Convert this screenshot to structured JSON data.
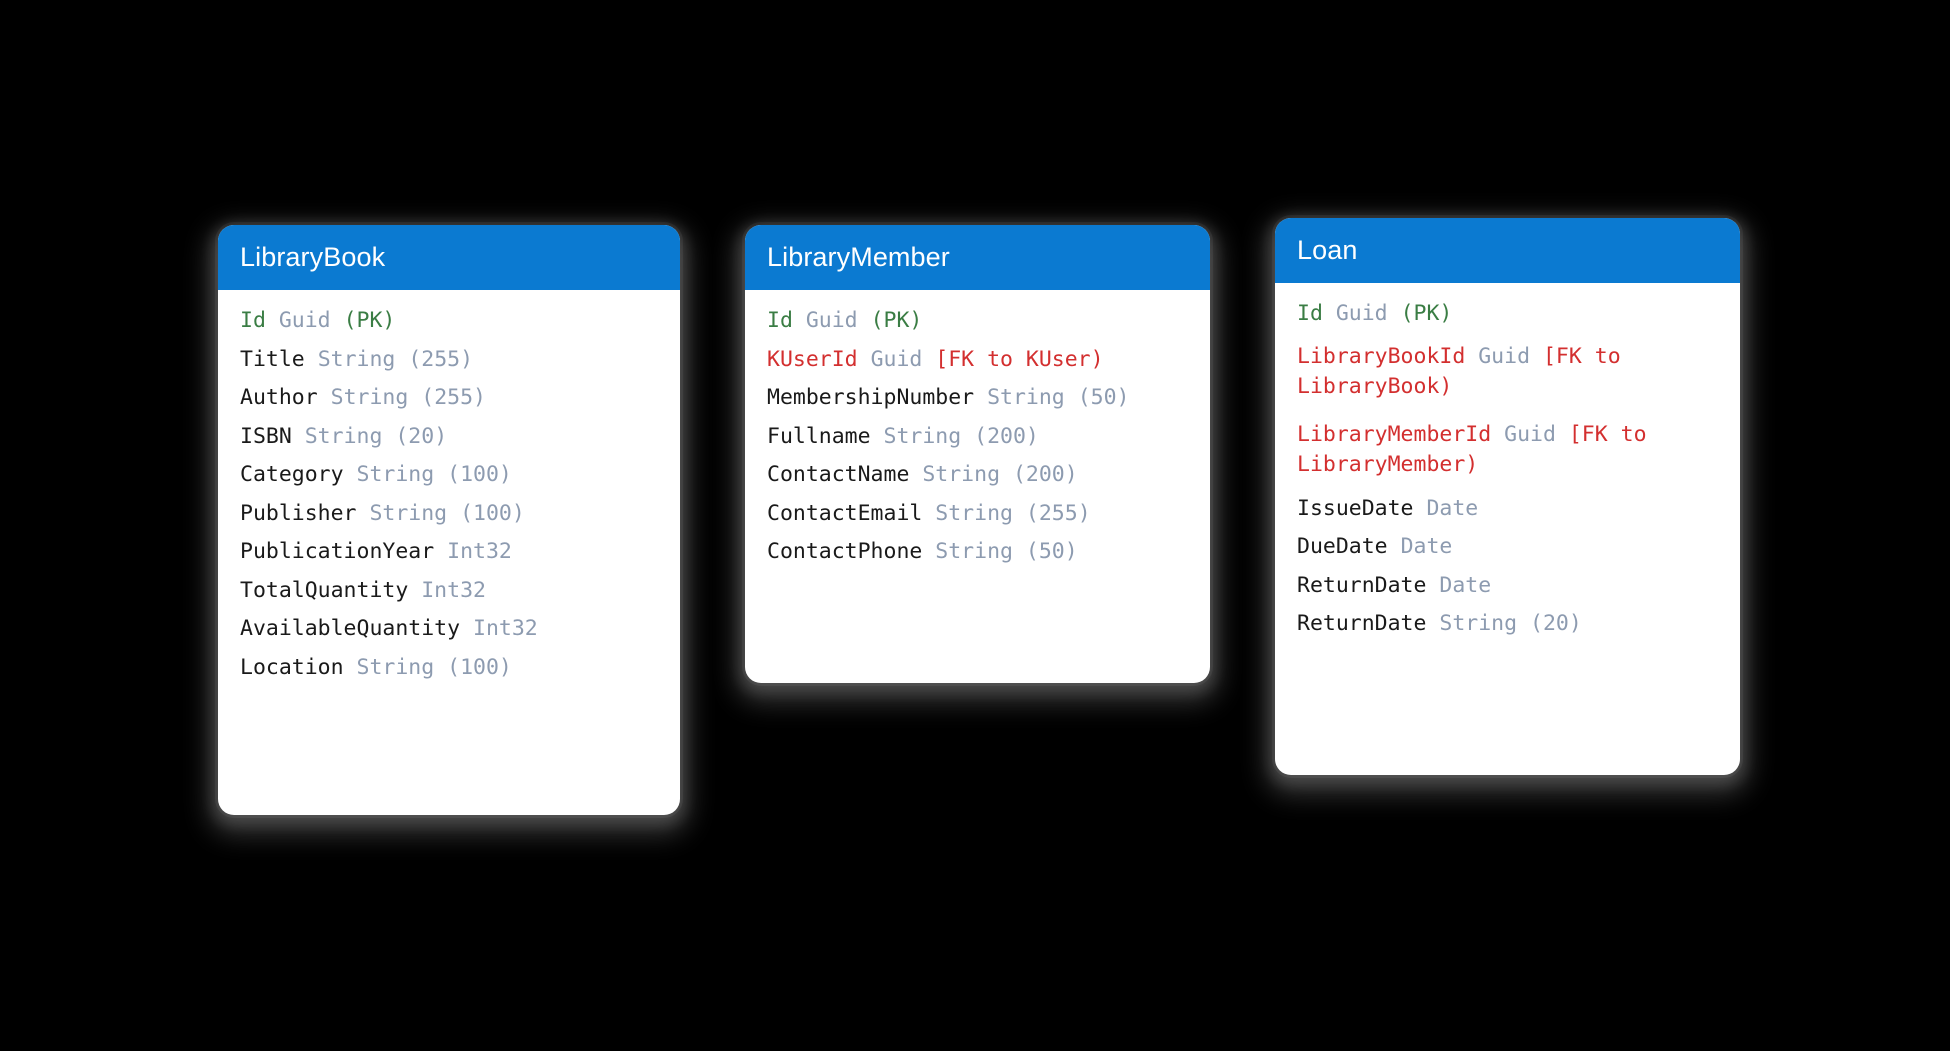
{
  "theme": {
    "background": "#000000",
    "card_background": "#ffffff",
    "header_blue": "#0b7ad1",
    "pk_green": "#3a7d44",
    "fk_red": "#d32f2f",
    "type_grey": "#8d9bb0",
    "field_name_black": "#1a1a1a"
  },
  "entities": [
    {
      "title": "LibraryBook",
      "fields": [
        {
          "name": "Id",
          "type": "Guid",
          "length": "",
          "tag": "(PK)",
          "kind": "pk"
        },
        {
          "name": "Title",
          "type": "String",
          "length": "(255)",
          "tag": "",
          "kind": "plain"
        },
        {
          "name": "Author",
          "type": "String",
          "length": "(255)",
          "tag": "",
          "kind": "plain"
        },
        {
          "name": "ISBN",
          "type": "String",
          "length": "(20)",
          "tag": "",
          "kind": "plain"
        },
        {
          "name": "Category",
          "type": "String",
          "length": "(100)",
          "tag": "",
          "kind": "plain"
        },
        {
          "name": "Publisher",
          "type": "String",
          "length": "(100)",
          "tag": "",
          "kind": "plain"
        },
        {
          "name": "PublicationYear",
          "type": "Int32",
          "length": "",
          "tag": "",
          "kind": "plain"
        },
        {
          "name": "TotalQuantity",
          "type": "Int32",
          "length": "",
          "tag": "",
          "kind": "plain"
        },
        {
          "name": "AvailableQuantity",
          "type": "Int32",
          "length": "",
          "tag": "",
          "kind": "plain"
        },
        {
          "name": "Location",
          "type": "String",
          "length": "(100)",
          "tag": "",
          "kind": "plain"
        }
      ]
    },
    {
      "title": "LibraryMember",
      "fields": [
        {
          "name": "Id",
          "type": "Guid",
          "length": "",
          "tag": "(PK)",
          "kind": "pk"
        },
        {
          "name": "KUserId",
          "type": "Guid",
          "length": "",
          "tag": "[FK to KUser)",
          "kind": "fk"
        },
        {
          "name": "MembershipNumber",
          "type": "String",
          "length": "(50)",
          "tag": "",
          "kind": "plain"
        },
        {
          "name": "Fullname",
          "type": "String",
          "length": "(200)",
          "tag": "",
          "kind": "plain"
        },
        {
          "name": "ContactName",
          "type": "String",
          "length": "(200)",
          "tag": "",
          "kind": "plain"
        },
        {
          "name": "ContactEmail",
          "type": "String",
          "length": "(255)",
          "tag": "",
          "kind": "plain"
        },
        {
          "name": "ContactPhone",
          "type": "String",
          "length": "(50)",
          "tag": "",
          "kind": "plain"
        }
      ]
    },
    {
      "title": "Loan",
      "fields": [
        {
          "name": "Id",
          "type": "Guid",
          "length": "",
          "tag": "(PK)",
          "kind": "pk"
        },
        {
          "name": "LibraryBookId",
          "type": "Guid",
          "length": "",
          "tag": "[FK to LibraryBook)",
          "kind": "fk"
        },
        {
          "name": "LibraryMemberId",
          "type": "Guid",
          "length": "",
          "tag": "[FK to LibraryMember)",
          "kind": "fk"
        },
        {
          "name": "IssueDate",
          "type": "Date",
          "length": "",
          "tag": "",
          "kind": "plain"
        },
        {
          "name": "DueDate",
          "type": "Date",
          "length": "",
          "tag": "",
          "kind": "plain"
        },
        {
          "name": "ReturnDate",
          "type": "Date",
          "length": "",
          "tag": "",
          "kind": "plain"
        },
        {
          "name": "ReturnDate",
          "type": "String",
          "length": "(20)",
          "tag": "",
          "kind": "plain"
        }
      ]
    }
  ]
}
